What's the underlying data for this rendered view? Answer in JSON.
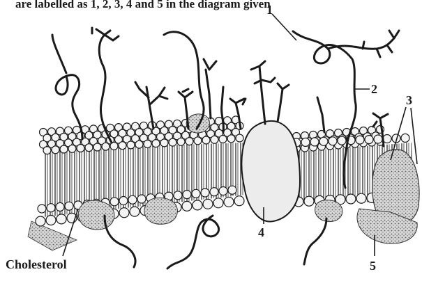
{
  "diagram": {
    "subject": "fluid mosaic model of plasma membrane",
    "labels": {
      "top_caption": "are labelled as 1, 2, 3, 4 and 5 in the diagram given",
      "one": "1",
      "two": "2",
      "three": "3",
      "four": "4",
      "five": "5",
      "cholesterol": "Cholesterol"
    },
    "colors": {
      "ink": "#1a1a1a",
      "background": "#ffffff",
      "protein_fill": "#e4e4e4",
      "head_fill": "#f4f4f4",
      "shade": "#8a8a8a"
    }
  }
}
